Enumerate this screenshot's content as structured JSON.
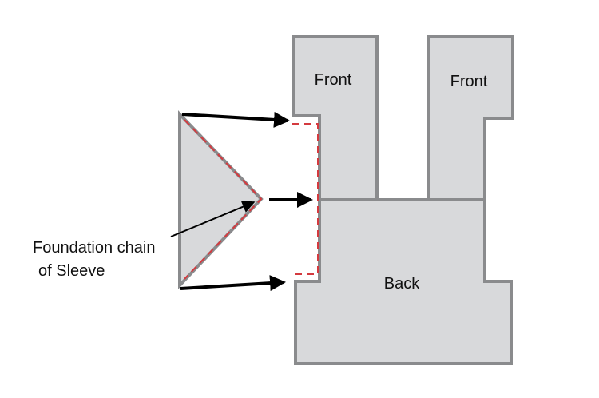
{
  "labels": {
    "front_left": "Front",
    "front_right": "Front",
    "back": "Back",
    "sleeve_line1": "Foundation chain",
    "sleeve_line2": "of Sleeve"
  },
  "colors": {
    "panel_fill": "#d8d9db",
    "panel_stroke": "#8a8b8d",
    "seam_dash": "#d43a3f",
    "arrow": "#000000"
  }
}
